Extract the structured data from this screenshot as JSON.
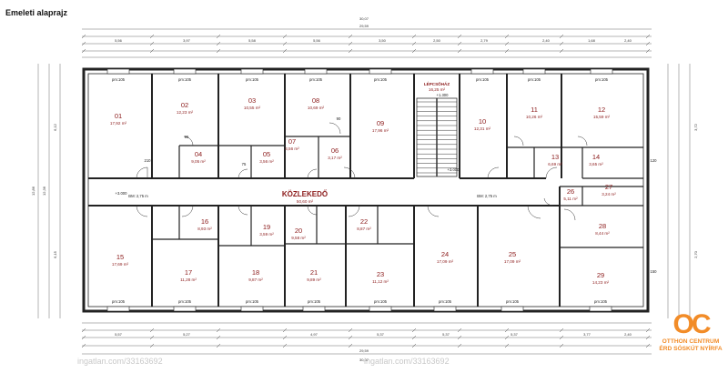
{
  "title": "Emeleti alaprajz",
  "corridor": {
    "name": "KÖZLEKEDŐ",
    "area": "50,60 m²"
  },
  "stair": {
    "name": "LÉPCSŐHÁZ",
    "area": "16,25 m²",
    "level": "+1.300"
  },
  "level_marks": [
    "+3.000",
    "+3.000"
  ],
  "parapets": [
    "BM: 2,75 m",
    "BM: 2,75 m"
  ],
  "rooms": [
    {
      "id": "01",
      "area": "17,92 m²"
    },
    {
      "id": "02",
      "area": "12,23 m²"
    },
    {
      "id": "03",
      "area": "10,55 m²"
    },
    {
      "id": "04",
      "area": "9,05 m²"
    },
    {
      "id": "05",
      "area": "3,56 m²"
    },
    {
      "id": "06",
      "area": "3,17 m²"
    },
    {
      "id": "07",
      "area": "3,56 m²"
    },
    {
      "id": "08",
      "area": "10,69 m²"
    },
    {
      "id": "09",
      "area": "17,96 m²"
    },
    {
      "id": "10",
      "area": "12,31 m²"
    },
    {
      "id": "11",
      "area": "10,26 m²"
    },
    {
      "id": "12",
      "area": "15,59 m²"
    },
    {
      "id": "13",
      "area": "6,69 m²"
    },
    {
      "id": "14",
      "area": "3,65 m²"
    },
    {
      "id": "15",
      "area": "17,69 m²"
    },
    {
      "id": "16",
      "area": "8,93 m²"
    },
    {
      "id": "17",
      "area": "11,28 m²"
    },
    {
      "id": "18",
      "area": "9,87 m²"
    },
    {
      "id": "19",
      "area": "3,59 m²"
    },
    {
      "id": "20",
      "area": "9,58 m²"
    },
    {
      "id": "21",
      "area": "9,89 m²"
    },
    {
      "id": "22",
      "area": "8,87 m²"
    },
    {
      "id": "23",
      "area": "11,12 m²"
    },
    {
      "id": "24",
      "area": "17,09 m²"
    },
    {
      "id": "25",
      "area": "17,09 m²"
    },
    {
      "id": "26",
      "area": "5,11 m²"
    },
    {
      "id": "27",
      "area": "3,24 m²"
    },
    {
      "id": "28",
      "area": "8,44 m²"
    },
    {
      "id": "29",
      "area": "14,23 m²"
    }
  ],
  "window_label": "pm:105",
  "door_labels": [
    "210",
    "95",
    "75",
    "90",
    "120",
    "150"
  ],
  "dims_top": [
    "30,07",
    "29,59",
    "5,56",
    "3,97",
    "5,58",
    "5,56",
    "3,50",
    "2,50",
    "2,79",
    "2,40",
    "1,68",
    "2,40"
  ],
  "dims_bottom": [
    "30,07",
    "29,59",
    "5,57",
    "5,27",
    "4,97",
    "5,37",
    "5,37",
    "5,37",
    "3,77",
    "2,40"
  ],
  "dims_side": [
    "12,86",
    "12,36",
    "6,12",
    "6,15",
    "3,72",
    "2,70"
  ],
  "watermarks": [
    "ingatlan.com/33163692",
    "ingatlan.com/33163692"
  ],
  "logo": {
    "mark": "OC",
    "line1": "OTTHON CENTRUM",
    "line2": "ÉRD SÓSKÚT NYÍRFA"
  },
  "colors": {
    "label": "#8b1a1a",
    "wall": "#222222",
    "logo": "#f28c28"
  }
}
